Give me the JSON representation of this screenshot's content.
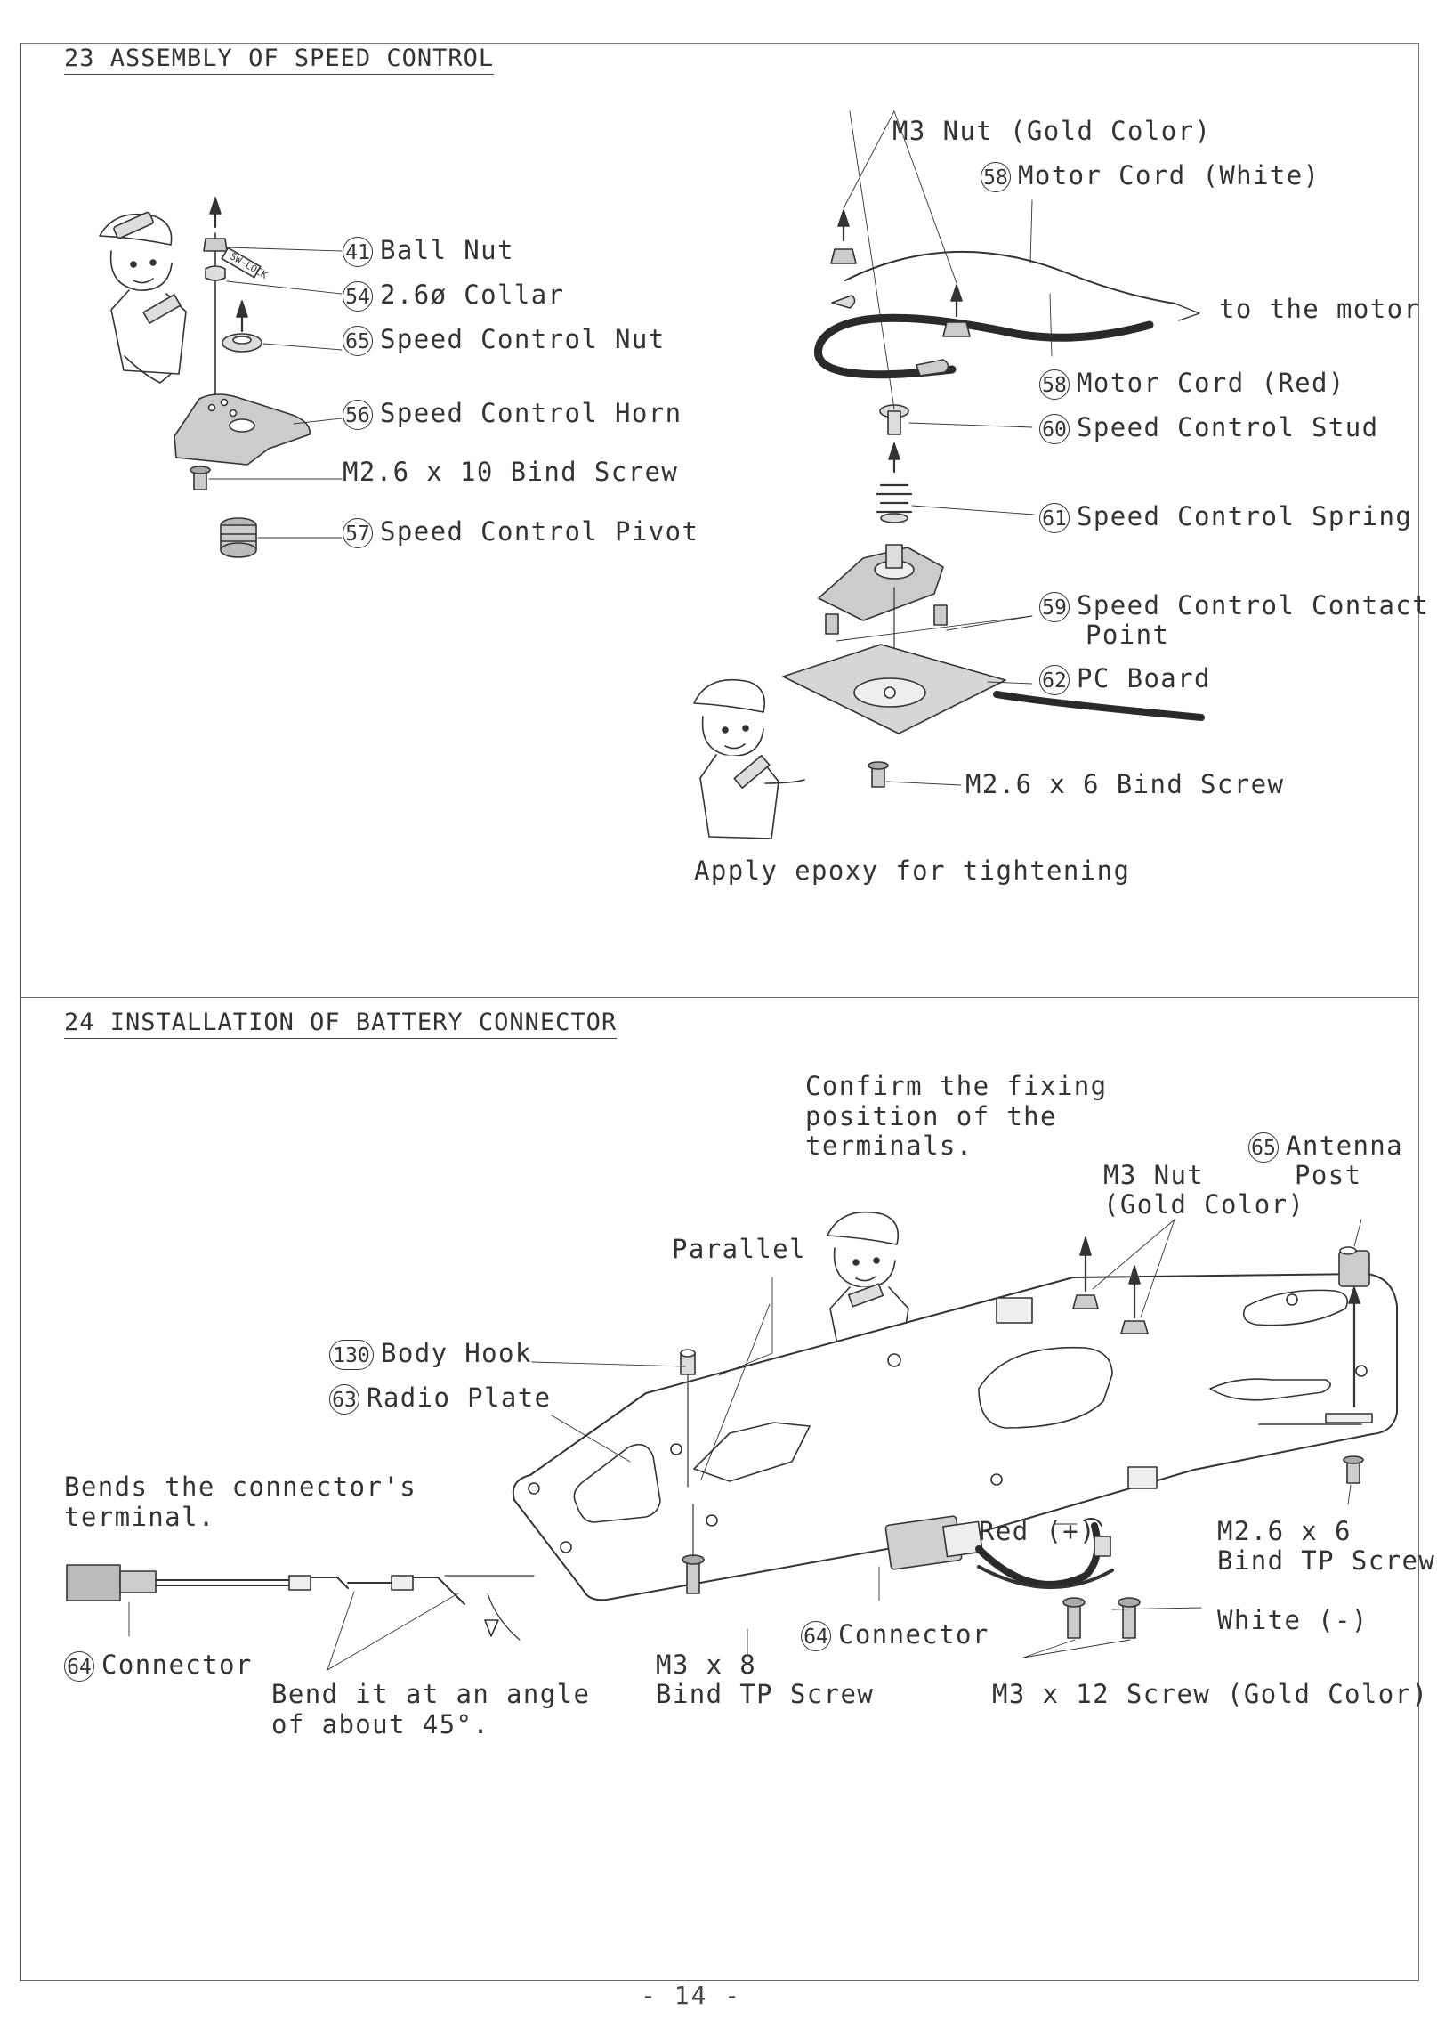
{
  "page_number": "- 14 -",
  "section23": {
    "title": "23 ASSEMBLY OF SPEED CONTROL",
    "tag_text": "SW-LOCK",
    "left_parts": [
      {
        "num": "41",
        "text": "Ball Nut"
      },
      {
        "num": "54",
        "text": "2.6ø Collar"
      },
      {
        "num": "65",
        "text": "Speed Control Nut"
      },
      {
        "num": "56",
        "text": "Speed Control Horn"
      },
      {
        "num": "",
        "text": "M2.6 x 10 Bind Screw"
      },
      {
        "num": "57",
        "text": "Speed Control Pivot"
      }
    ],
    "nut_label": "M3 Nut (Gold Color)",
    "motor_white": {
      "num": "58",
      "text": "Motor Cord (White)"
    },
    "to_motor": "to the motor",
    "right_parts": [
      {
        "num": "58",
        "text": "Motor Cord (Red)"
      },
      {
        "num": "60",
        "text": "Speed Control Stud"
      },
      {
        "num": "61",
        "text": "Speed Control Spring"
      },
      {
        "num": "59",
        "text": "Speed Control Contact"
      },
      {
        "num": "",
        "text": "Point"
      },
      {
        "num": "62",
        "text": "PC Board"
      }
    ],
    "bind_screw": "M2.6 x 6 Bind Screw",
    "epoxy_note": "Apply epoxy for tightening"
  },
  "section24": {
    "title": "24 INSTALLATION OF BATTERY CONNECTOR",
    "confirm_note": [
      "Confirm the fixing",
      "position of the",
      "terminals."
    ],
    "nut_label": [
      "M3 Nut",
      "(Gold Color)"
    ],
    "antenna": {
      "num": "65",
      "text": [
        "Antenna",
        "Post"
      ]
    },
    "parallel": "Parallel",
    "body_hook": {
      "num": "130",
      "text": "Body Hook"
    },
    "radio_plate": {
      "num": "63",
      "text": "Radio Plate"
    },
    "bends_note": [
      "Bends the connector's",
      "terminal."
    ],
    "connector_left": {
      "num": "64",
      "text": "Connector"
    },
    "bend_note": [
      "Bend it at an angle",
      "of about 45°."
    ],
    "bind_tp_left": [
      "M3 x 8",
      "Bind TP Screw"
    ],
    "connector_center": {
      "num": "64",
      "text": "Connector"
    },
    "red_label": "Red (+)",
    "bind_tp_right": [
      "M2.6 x 6",
      "Bind TP Screw"
    ],
    "white_label": "White (-)",
    "screw_gold": "M3 x 12 Screw (Gold Color)"
  }
}
